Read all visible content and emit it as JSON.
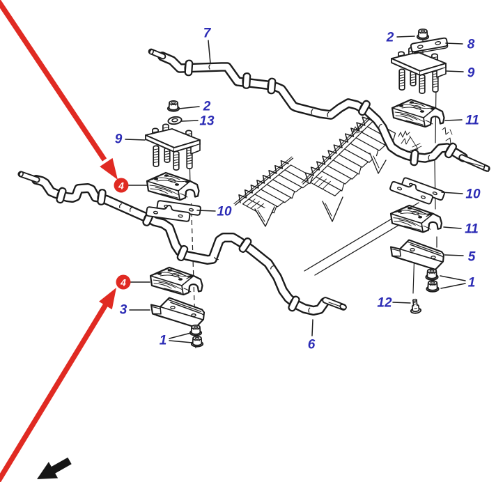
{
  "diagram": {
    "type": "exploded-parts-diagram",
    "subject": "stabilizer bar mounting assembly",
    "background": "#ffffff"
  },
  "colors": {
    "ink": "#1b1b1b",
    "label_blue": "#2b2bb5",
    "highlight_red": "#e02a22",
    "marker_text": "#ffffff"
  },
  "callouts": {
    "c7": "7",
    "c2_left": "2",
    "c13": "13",
    "c9_left": "9",
    "c10_left": "10",
    "c3": "3",
    "c1_left": "1",
    "c6": "6",
    "c2_right": "2",
    "c8": "8",
    "c9_right": "9",
    "c11_upper": "11",
    "c10_right": "10",
    "c11_lower": "11",
    "c5": "5",
    "c1_right": "1",
    "c12": "12"
  },
  "markers": {
    "m4_upper": "4",
    "m4_lower": "4"
  }
}
